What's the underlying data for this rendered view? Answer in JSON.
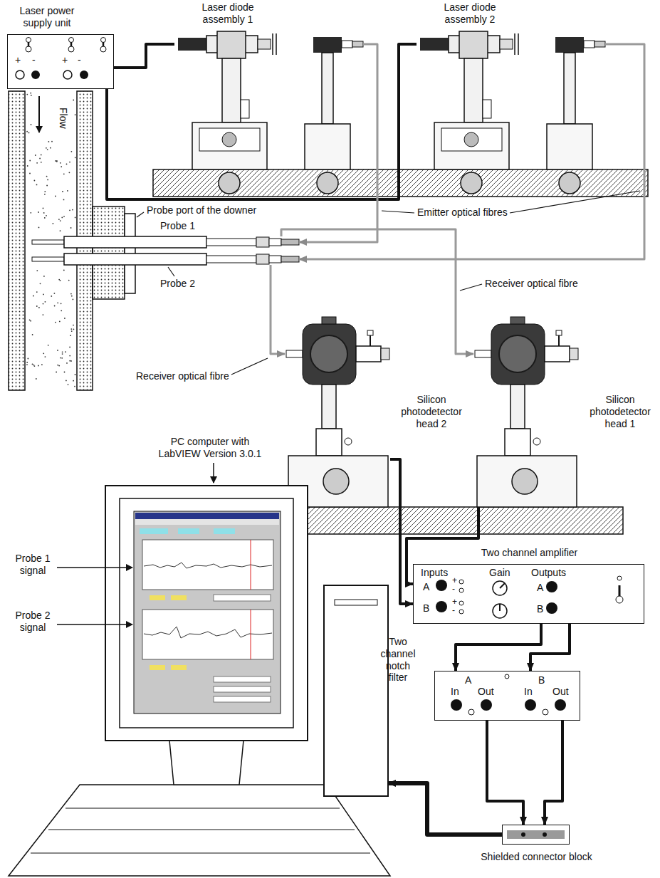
{
  "diagram": {
    "nodes": [
      {
        "text": [
          "Laser power supply unit"
        ]
      },
      {
        "text": [
          "Laser diode assembly 1"
        ]
      },
      {
        "text": [
          "Laser diode assembly 2"
        ]
      },
      {
        "text": [
          "Probe 1"
        ]
      },
      {
        "text": [
          "Probe 2"
        ]
      },
      {
        "text": [
          "Silicon photodetector head 2"
        ]
      },
      {
        "text": [
          "Silicon photodetector head 1"
        ]
      },
      {
        "text": [
          "PC computer with LabVIEW Version 3.0.1",
          "Probe 1 signal",
          "Probe 2 signal"
        ]
      },
      {
        "text": [
          "Two channel amplifier",
          "Inputs",
          "A",
          "B",
          "Gain",
          "Outputs",
          "A",
          "B"
        ]
      },
      {
        "text": [
          "Two channel notch filter",
          "A",
          "B",
          "In",
          "Out",
          "In",
          "Out"
        ]
      },
      {
        "text": [
          "Shielded connector block"
        ]
      }
    ],
    "edges": [
      {
        "from": 0,
        "to": 1,
        "arrow": "none"
      },
      {
        "from": 0,
        "to": 2,
        "arrow": "none"
      },
      {
        "from": 1,
        "to": 3,
        "arrow": "to"
      },
      {
        "from": 2,
        "to": 4,
        "arrow": "to"
      },
      {
        "from": 3,
        "to": 6,
        "arrow": "to"
      },
      {
        "from": 4,
        "to": 5,
        "arrow": "to"
      },
      {
        "from": 5,
        "to": 8,
        "arrow": "to"
      },
      {
        "from": 6,
        "to": 8,
        "arrow": "to"
      },
      {
        "from": 8,
        "to": 9,
        "arrow": "to"
      },
      {
        "from": 8,
        "to": 9,
        "arrow": "to"
      },
      {
        "from": 9,
        "to": 10,
        "arrow": "to"
      },
      {
        "from": 9,
        "to": 10,
        "arrow": "to"
      },
      {
        "from": 10,
        "to": 7,
        "arrow": "to"
      }
    ],
    "labels": [
      "+",
      "-",
      "+",
      "-",
      "Flow",
      "Probe port of the downer",
      "Emitter optical fibres",
      "Receiver optical fibre",
      "Receiver optical fibre",
      "+",
      "-",
      "+",
      "-"
    ]
  }
}
